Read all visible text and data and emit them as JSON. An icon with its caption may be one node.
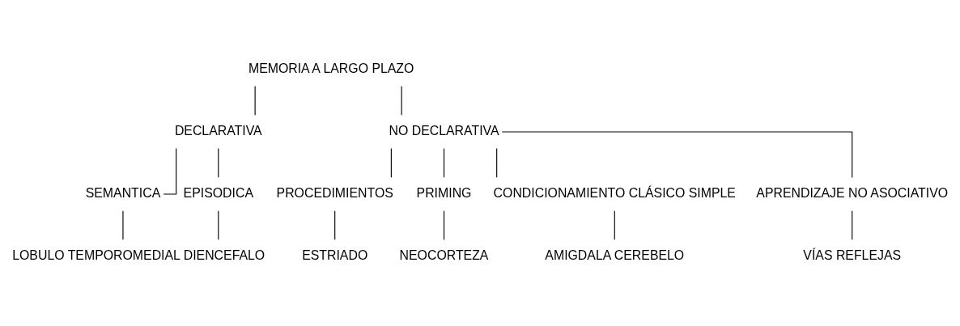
{
  "diagram": {
    "nodes": [
      {
        "text": [
          "MEMORIA A LARGO PLAZO"
        ]
      },
      {
        "text": [
          "DECLARATIVA"
        ]
      },
      {
        "text": [
          "NO DECLARATIVA"
        ]
      },
      {
        "text": [
          "SEMANTICA"
        ]
      },
      {
        "text": [
          "EPISODICA"
        ]
      },
      {
        "text": [
          "LOBULO TEMPOROMEDIAL DIENCEFALO"
        ]
      },
      {
        "text": [
          "PROCEDIMIENTOS"
        ]
      },
      {
        "text": [
          "PRIMING"
        ]
      },
      {
        "text": [
          "CONDICIONAMIENTO CLÁSICO SIMPLE"
        ]
      },
      {
        "text": [
          "APRENDIZAJE NO ASOCIATIVO"
        ]
      },
      {
        "text": [
          "ESTRIADO"
        ]
      },
      {
        "text": [
          "NEOCORTEZA"
        ]
      },
      {
        "text": [
          "AMIGDALA CEREBELO"
        ]
      },
      {
        "text": [
          "VÍAS REFLEJAS"
        ]
      }
    ],
    "edges": [
      {
        "from": 0,
        "to": 1,
        "arrow": "none"
      },
      {
        "from": 0,
        "to": 2,
        "arrow": "none"
      },
      {
        "from": 1,
        "to": 3,
        "arrow": "none"
      },
      {
        "from": 1,
        "to": 4,
        "arrow": "none"
      },
      {
        "from": 3,
        "to": 5,
        "arrow": "none"
      },
      {
        "from": 4,
        "to": 5,
        "arrow": "none"
      },
      {
        "from": 2,
        "to": 6,
        "arrow": "none"
      },
      {
        "from": 2,
        "to": 7,
        "arrow": "none"
      },
      {
        "from": 2,
        "to": 8,
        "arrow": "none"
      },
      {
        "from": 2,
        "to": 9,
        "arrow": "none"
      },
      {
        "from": 6,
        "to": 10,
        "arrow": "none"
      },
      {
        "from": 7,
        "to": 11,
        "arrow": "none"
      },
      {
        "from": 8,
        "to": 12,
        "arrow": "none"
      },
      {
        "from": 9,
        "to": 13,
        "arrow": "none"
      }
    ]
  }
}
